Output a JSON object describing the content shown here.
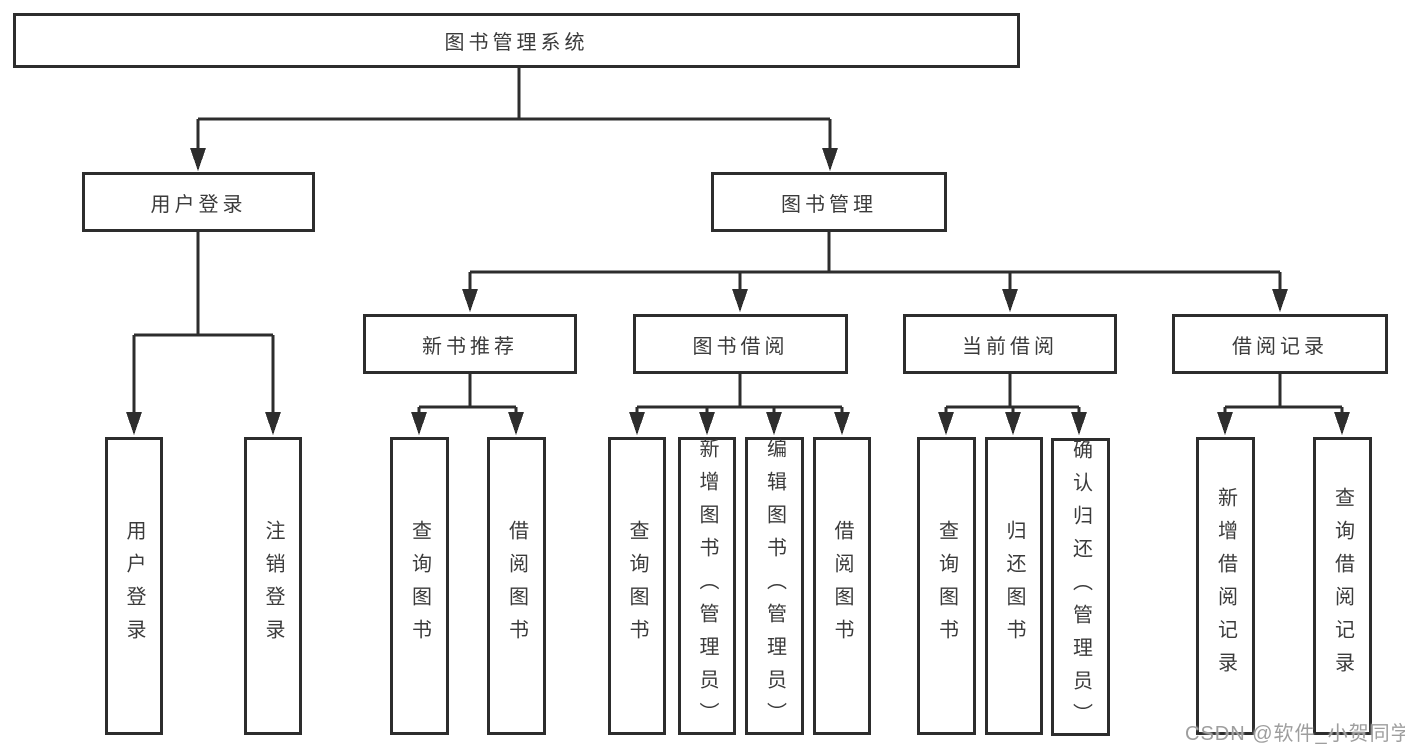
{
  "diagram": {
    "root": "图书管理系统",
    "level2": {
      "user_login": "用户登录",
      "book_mgmt": "图书管理"
    },
    "user_login_children": {
      "login": "用户登录",
      "logout": "注销登录"
    },
    "book_mgmt_children": {
      "new_book_rec": "新书推荐",
      "book_borrow": "图书借阅",
      "current_borrow": "当前借阅",
      "borrow_records": "借阅记录"
    },
    "new_book_rec_children": {
      "query_books": "查询图书",
      "borrow_books": "借阅图书"
    },
    "book_borrow_children": {
      "query_books": "查询图书",
      "add_books": "新增图书（管理员）",
      "edit_books": "编辑图书（管理员）",
      "borrow_books": "借阅图书"
    },
    "current_borrow_children": {
      "query_books": "查询图书",
      "return_books": "归还图书",
      "confirm_return": "确认归还（管理员）"
    },
    "borrow_records_children": {
      "add_record": "新增借阅记录",
      "query_record": "查询借阅记录"
    }
  },
  "watermark": {
    "text": "CSDN @软件_小贺同学"
  },
  "colors": {
    "line": "#2d2d2d",
    "box_border": "#2d2d2d",
    "box_fill": "#ffffff",
    "text": "#3b3b3b",
    "background": "#ffffff",
    "watermark": "#9e9e9e"
  }
}
